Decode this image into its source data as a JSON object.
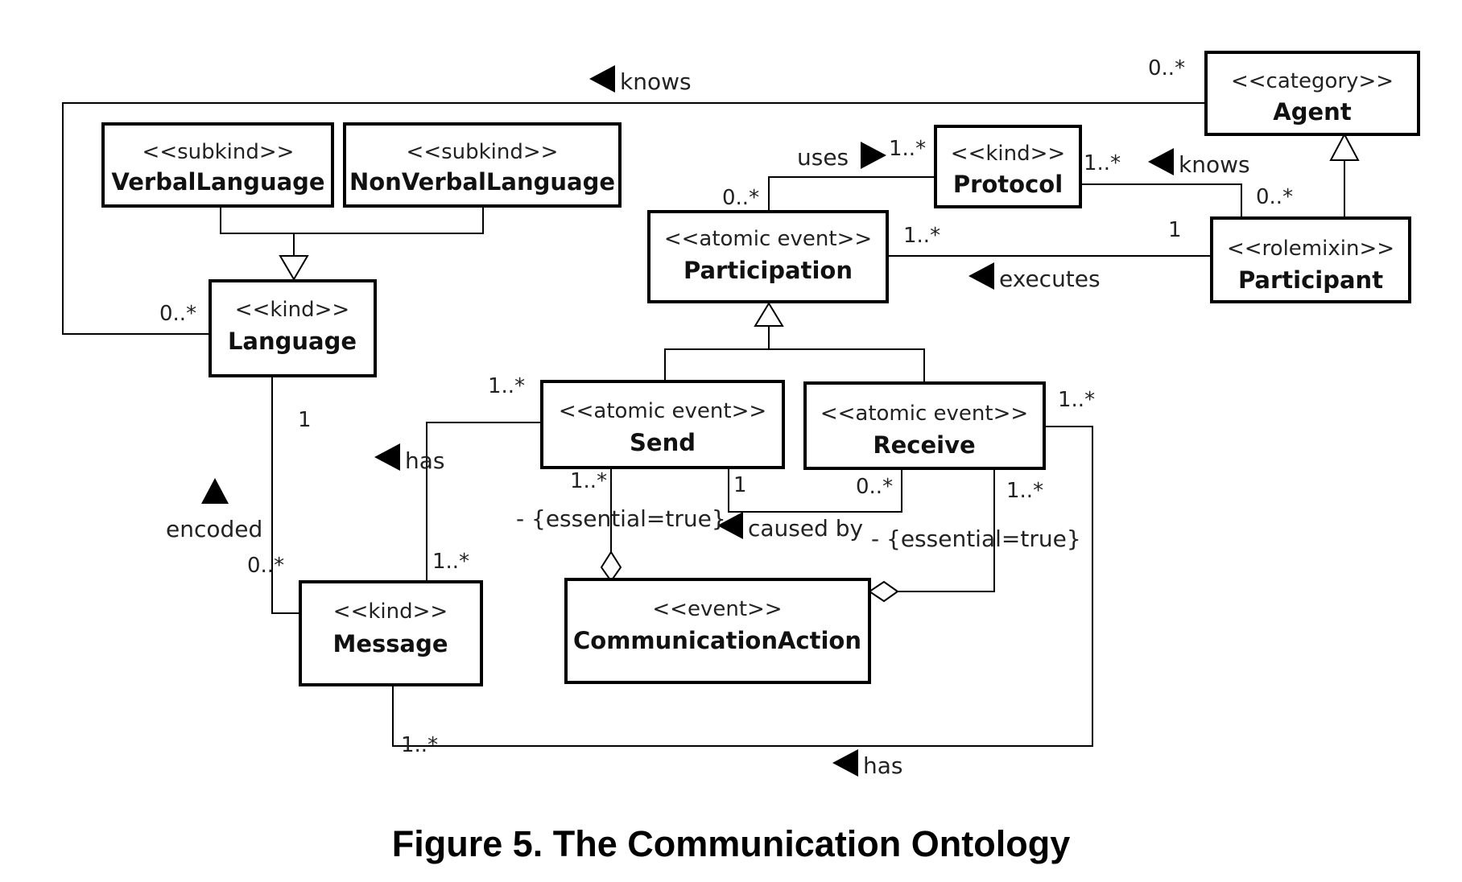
{
  "classes": {
    "agent": {
      "stereotype": "<<category>>",
      "name": "Agent"
    },
    "verbal_language": {
      "stereotype": "<<subkind>>",
      "name": "VerbalLanguage"
    },
    "nonverbal_language": {
      "stereotype": "<<subkind>>",
      "name": "NonVerbalLanguage"
    },
    "language": {
      "stereotype": "<<kind>>",
      "name": "Language"
    },
    "protocol": {
      "stereotype": "<<kind>>",
      "name": "Protocol"
    },
    "participation": {
      "stereotype": "<<atomic event>>",
      "name": "Participation"
    },
    "participant": {
      "stereotype": "<<rolemixin>>",
      "name": "Participant"
    },
    "send": {
      "stereotype": "<<atomic event>>",
      "name": "Send"
    },
    "receive": {
      "stereotype": "<<atomic event>>",
      "name": "Receive"
    },
    "message": {
      "stereotype": "<<kind>>",
      "name": "Message"
    },
    "communication_action": {
      "stereotype": "<<event>>",
      "name": "CommunicationAction"
    }
  },
  "associations": {
    "knows_top": "knows",
    "uses": "uses",
    "knows_right": "knows",
    "executes": "executes",
    "has_left": "has",
    "encoded": "encoded",
    "caused_by": "caused by",
    "has_bottom": "has"
  },
  "constraints": {
    "send_essential": "- {essential=true}",
    "receive_essential": "- {essential=true}"
  },
  "multiplicities": {
    "agent_knows": "0..*",
    "language_knows": "0..*",
    "uses_protocol": "1..*",
    "uses_participation": "0..*",
    "protocol_knows": "1..*",
    "participant_knows": "0..*",
    "participation_executes": "1..*",
    "participant_executes": "1",
    "language_encoded": "1",
    "message_encoded": "0..*",
    "send_has": "1..*",
    "message_has": "1..*",
    "send_comm": "1..*",
    "send_caused": "1",
    "receive_caused": "0..*",
    "receive_comm": "1..*",
    "receive_has": "1..*",
    "message_has_bottom": "1..*"
  },
  "caption": "Figure 5. The Communication Ontology"
}
